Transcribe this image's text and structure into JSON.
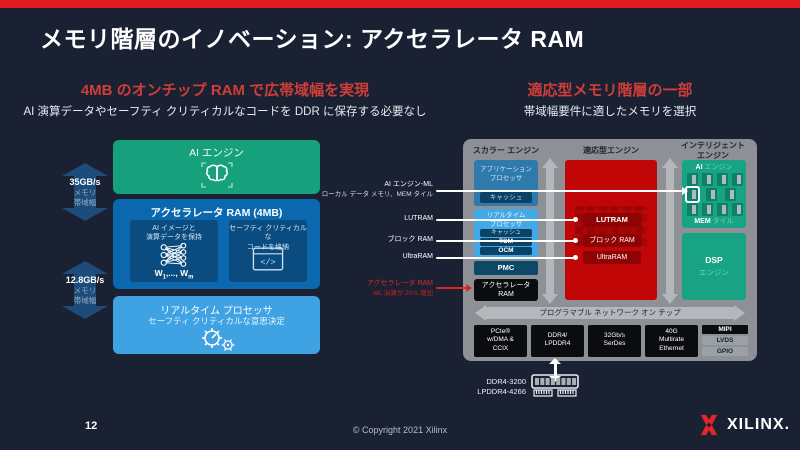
{
  "slide": {
    "title": "メモリ階層のイノベーション: アクセラレータ RAM",
    "page_number": "12",
    "copyright": "© Copyright 2021 Xilinx",
    "logo_text": "XILINX."
  },
  "colors": {
    "accent_red": "#e21b23",
    "heading_red": "#cf3e38",
    "green": "#16a17c",
    "blue": "#0b68ae",
    "light_blue": "#3fa3e3",
    "red_block": "#c00606",
    "panel_gray": "#8d9094",
    "background": "#192133"
  },
  "left": {
    "heading": "4MB のオンチップ RAM で広帯域幅を実現",
    "subheading": "AI 演算データやセーフティ クリティカルなコードを DDR に保存する必要なし",
    "arrows": [
      {
        "rate": "35GB/s",
        "label1": "メモリ",
        "label2": "帯域幅"
      },
      {
        "rate": "12.8GB/s",
        "label1": "メモリ",
        "label2": "帯域幅"
      }
    ],
    "ai_engine": {
      "label": "AI エンジン"
    },
    "accel_ram": {
      "title": "アクセラレータ RAM (4MB)",
      "ai_data": {
        "line1": "AI イメージと",
        "line2": "演算データを保持",
        "w_prefix": "W",
        "w_sub1": "1",
        "w_mid": ",..., W",
        "w_subm": "m"
      },
      "safety": {
        "line1": "セーフティ クリティカルな",
        "line2": "コードを格納",
        "code_glyph": "</>"
      }
    },
    "realtime": {
      "line1": "リアルタイム プロセッサ",
      "line2": "セーフティ クリティカルな意思決定"
    }
  },
  "right": {
    "heading": "適応型メモリ階層の一部",
    "subheading": "帯域幅要件に適したメモリを選択",
    "callouts": {
      "ai_ml": {
        "line1": "AI エンジン-ML",
        "line2": "ローカル データ メモリ、MEM タイル"
      },
      "lutram": "LUTRAM",
      "block_ram": "ブロック RAM",
      "ultraram": "UltraRAM",
      "accel": {
        "line1": "アクセラレータ RAM",
        "line2": "ML 演算が 20% 増加"
      }
    },
    "diagram": {
      "headers": {
        "scalar": "スカラー エンジン",
        "adaptive": "適応型エンジン",
        "intelligent_line1": "インテリジェント",
        "intelligent_line2": "エンジン"
      },
      "scalar": {
        "app_line1": "アプリケーション",
        "app_line2": "プロセッサ",
        "cache1": "キャッシュ",
        "rt_line1": "リアルタイム",
        "rt_line2": "プロセッサ",
        "cache2": "キャッシュ",
        "tcm": "TCM",
        "ocm": "OCM",
        "pmc": "PMC",
        "accel_line1": "アクセラレータ",
        "accel_line2": "RAM"
      },
      "adaptive": {
        "lutram": "LUTRAM",
        "block_ram": "ブロック RAM",
        "ultraram": "UltraRAM"
      },
      "intelligent": {
        "ai_strong": "AI",
        "ai_rest": " エンジン",
        "mem_strong": "MEM",
        "mem_rest": " タイル",
        "dsp_strong": "DSP",
        "dsp_rest": "エンジン"
      },
      "noc": "プログラマブル ネットワーク オン チップ",
      "io": {
        "pcie": [
          "PCIe®",
          "w/DMA &",
          "CCIX"
        ],
        "ddr": [
          "DDR4/",
          "LPDDR4"
        ],
        "serdes": [
          "32Gb/s",
          "SerDes"
        ],
        "eth": [
          "40G",
          "Multirate",
          "Ethernet"
        ],
        "mipi": "MIPI",
        "lvds": "LVDS",
        "gpio": "GPIO"
      },
      "memory_module": {
        "line1": "DDR4-3200",
        "line2": "LPDDR4-4266"
      }
    }
  }
}
